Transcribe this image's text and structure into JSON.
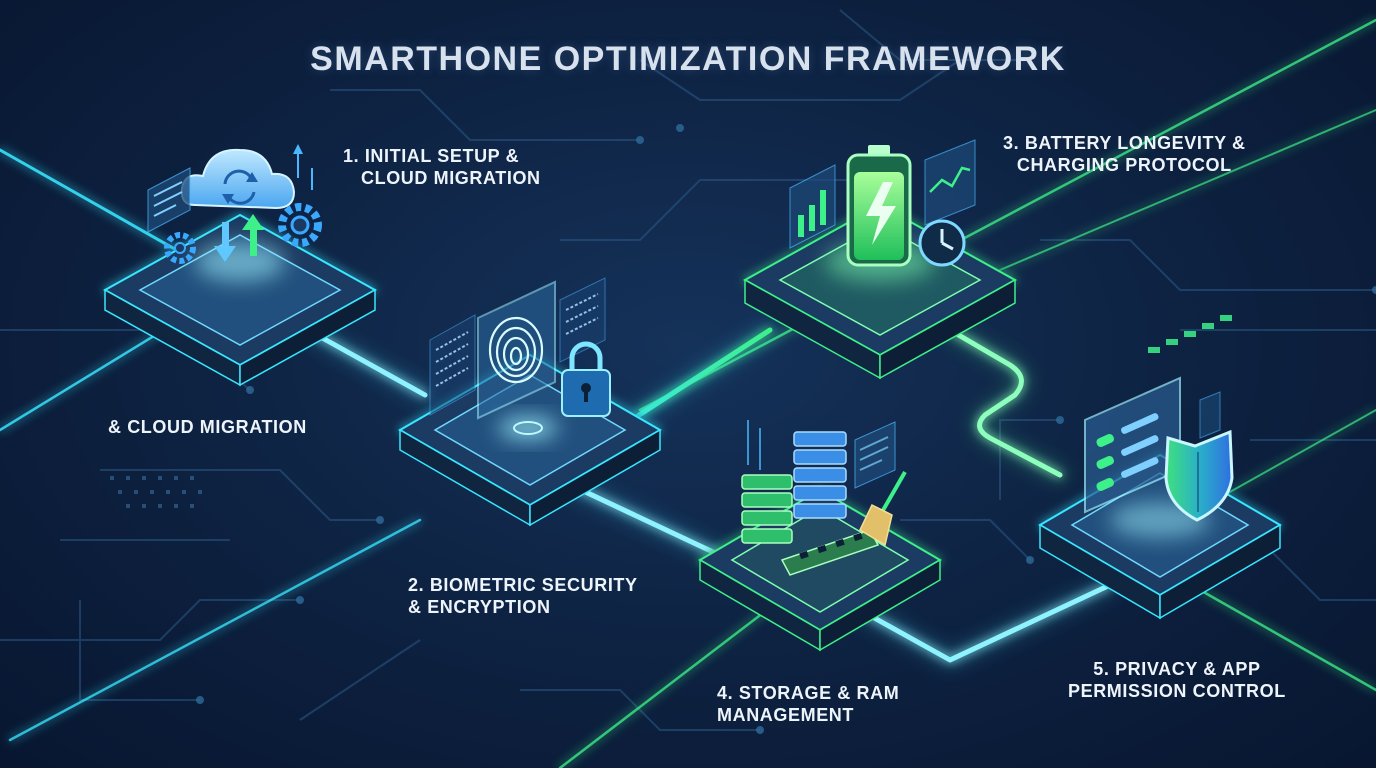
{
  "title": "SMARTHONE OPTIMIZATION FRAMEWORK",
  "steps": [
    {
      "line1": "1. INITIAL SETUP &",
      "line2": "CLOUD MIGRATION",
      "icons": [
        "cloud-sync-icon",
        "gear-icon",
        "upload-download-arrows-icon"
      ]
    },
    {
      "line1": "2. BIOMETRIC SECURITY",
      "line2": "& ENCRYPTION",
      "icons": [
        "fingerprint-icon",
        "padlock-icon"
      ]
    },
    {
      "line1": "3. BATTERY LONGEVITY &",
      "line2": "CHARGING PROTOCOL",
      "icons": [
        "battery-icon",
        "clock-icon",
        "bar-chart-icon"
      ]
    },
    {
      "line1": "4. STORAGE & RAM",
      "line2": "MANAGEMENT",
      "icons": [
        "server-stack-icon",
        "ram-module-icon",
        "broom-icon"
      ]
    },
    {
      "line1": "5. PRIVACY & APP",
      "line2": "PERMISSION CONTROL",
      "icons": [
        "shield-icon",
        "toggle-panel-icon"
      ]
    }
  ],
  "stray_label": "& CLOUD MIGRATION",
  "colors": {
    "cyan": "#37e6ff",
    "green": "#3df08a",
    "blue": "#2f8cff",
    "background": "#0d2140"
  }
}
